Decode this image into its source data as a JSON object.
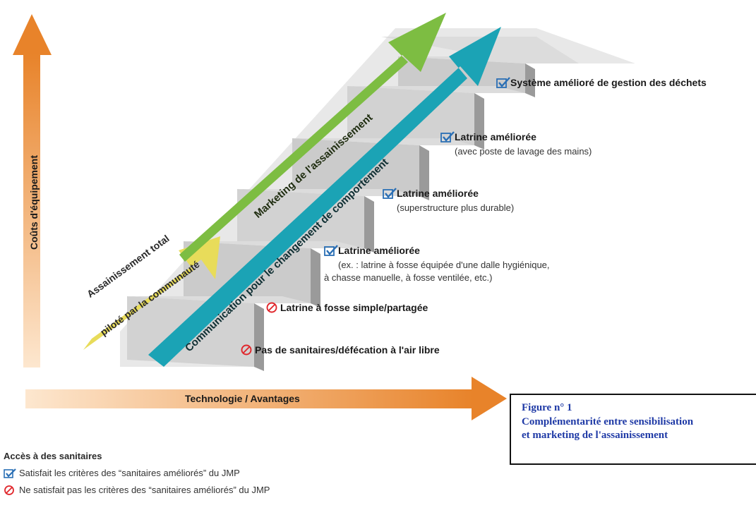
{
  "axes": {
    "y_label": "Coûts d'équipement",
    "x_label": "Technologie / Avantages"
  },
  "arrows": {
    "yellow": [
      "Assainissement total",
      "piloté par la communauté"
    ],
    "green": "Marketing de l'assainissement",
    "blue": "Communication pour le changement de comportement"
  },
  "steps": [
    {
      "icon": "prohibited",
      "title": "Pas de sanitaires/défécation à l'air libre",
      "details": []
    },
    {
      "icon": "check",
      "title": "Latrine à fosse simple/partagée",
      "details": []
    },
    {
      "icon": "check",
      "title": "Latrine améliorée",
      "details": [
        "(ex. : latrine à fosse équipée d'une dalle hygiénique,",
        "à chasse manuelle, à fosse ventilée, etc.)"
      ]
    },
    {
      "icon": "check",
      "title": "Latrine améliorée",
      "details": [
        "(superstructure plus durable)"
      ]
    },
    {
      "icon": "check",
      "title": "Latrine améliorée",
      "details": [
        "(avec poste de lavage des mains)"
      ]
    },
    {
      "icon": "check",
      "title": "Système amélioré de gestion des déchets",
      "details": []
    }
  ],
  "legend": {
    "title": "Accès à des sanitaires",
    "items": [
      {
        "icon": "check",
        "text": "Satisfait les critères des “sanitaires améliorés” du JMP"
      },
      {
        "icon": "prohibited",
        "text": "Ne satisfait pas les critères des “sanitaires améliorés” du JMP"
      }
    ]
  },
  "caption": {
    "line1": "Figure n° 1",
    "line2": "Complémentarité entre sensibilisation",
    "line3": "et marketing de l'assainissement"
  },
  "colors": {
    "orange": "#e8832a",
    "yellow": "#e8dc5a",
    "green": "#7dbd42",
    "blue": "#1ba3b5",
    "stair_light": "#dcdcdc",
    "stair_dark": "#9a9a9a",
    "check": "#2a6fb5",
    "prohibited": "#e0262b",
    "caption_text": "#1f3aa6"
  }
}
